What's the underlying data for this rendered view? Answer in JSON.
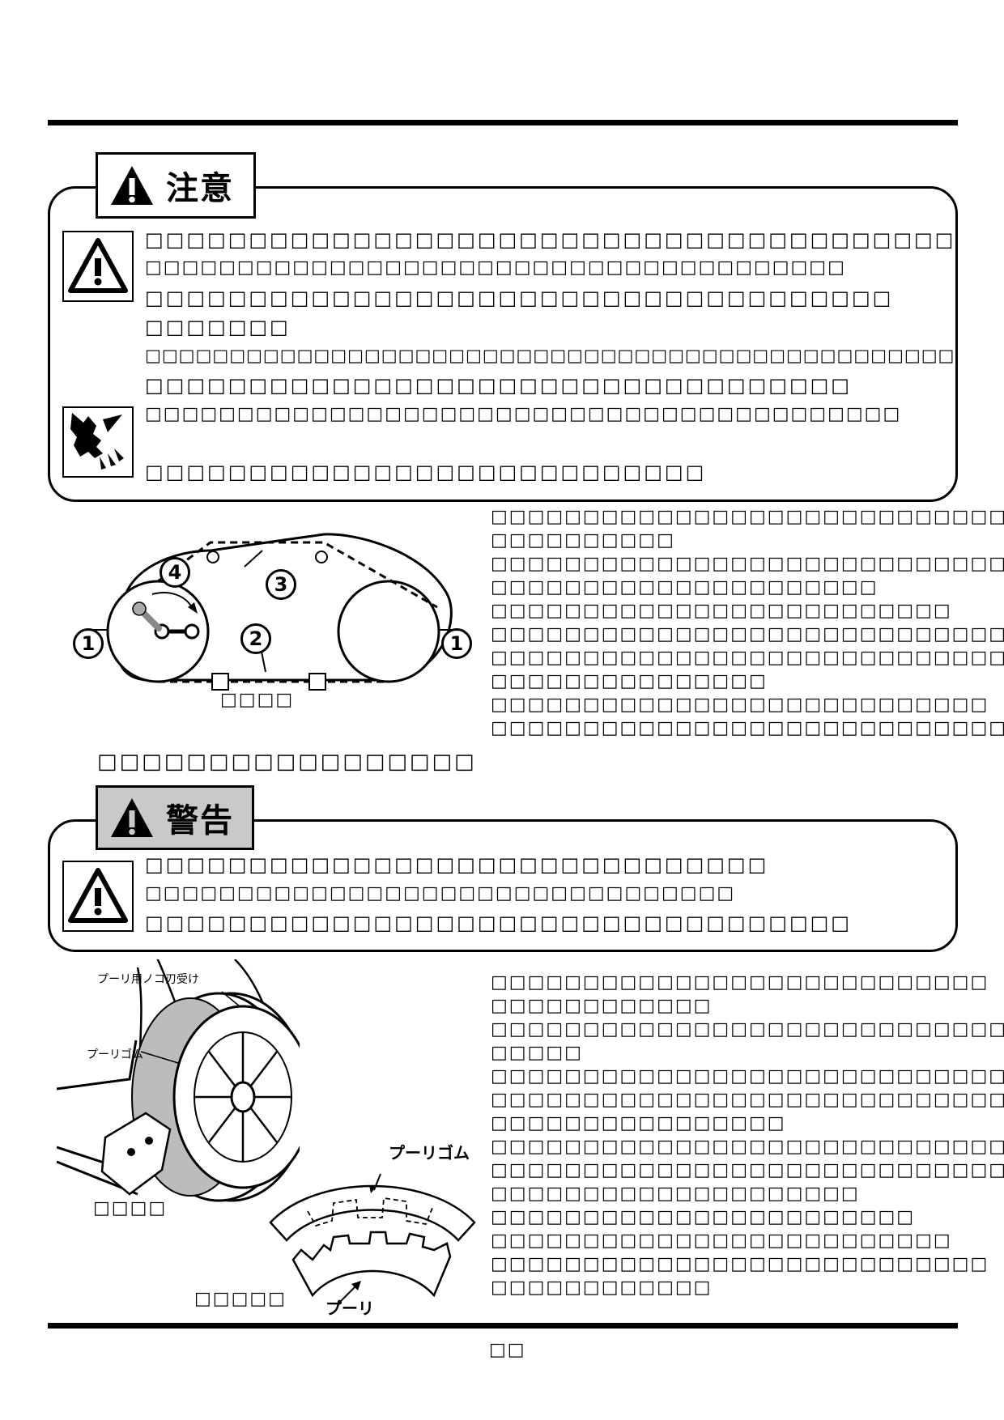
{
  "caution": {
    "title": "注意",
    "lines": [
      "□□□□□□□□□□□□□□□□□□□□□□□□□□□□□□□□□□□□□□□",
      "□□□□□□□□□□□□□□□□□□□□□□□□□□□□□□□□□□□□□□",
      "□□□□□□□□□□□□□□□□□□□□□□□□□□□□□□□□□□□□",
      "□□□□□□□",
      "□□□□□□□□□□□□□□□□□□□□□□□□□□□□□□□□□□□□□□□□□□□□□□□□",
      "□□□□□□□□□□□□□□□□□□□□□□□□□□□□□□□□□□",
      "□□□□□□□□□□□□□□□□□□□□□□□□□□□□□□□□□□□□□□□□□",
      "□□□□□□□□□□□□□□□□□□□□□□□□□□□"
    ]
  },
  "figure1": {
    "caption": "□□□□",
    "numbers": [
      "1",
      "2",
      "3",
      "4",
      "1"
    ],
    "title": "□□□□□□□□□□□□□□□□□",
    "text_lines": [
      "□□□□□□□□□□□□□□□□□□□□□□□□□□□□",
      "□□□□□□□□□□",
      "□□□□□□□□□□□□□□□□□□□□□□□□□□□□",
      "□□□□□□□□□□□□□□□□□□□□□",
      "□□□□□□□□□□□□□□□□□□□□□□□□□",
      "□□□□□□□□□□□□□□□□□□□□□□□□□□□□",
      "□□□□□□□□□□□□□□□□□□□□□□□□□□□□□",
      "□□□□□□□□□□□□□□□",
      "□□□□□□□□□□□□□□□□□□□□□□□□□□□",
      "□□□□□□□□□□□□□□□□□□□□□□□□□□□□"
    ]
  },
  "warning": {
    "title": "警告",
    "lines": [
      "□□□□□□□□□□□□□□□□□□□□□□□□□□□□□□",
      "□□□□□□□□□□□□□□□□□□□□□□□□□□□□□□□□",
      "□□□□□□□□□□□□□□□□□□□□□□□□□□□□□□□□□□"
    ]
  },
  "figure2": {
    "label_saw_receiver": "プーリ用ノコ刃受け",
    "label_pulley_rubber_small": "プーリゴム",
    "label_pulley_rubber": "プーリゴム",
    "label_pulley": "プーリ",
    "caption_left": "□□□□",
    "caption_bottom": "□□□□□",
    "text_lines": [
      "□□□□□□□□□□□□□□□□□□□□□□□□□□□",
      "□□□□□□□□□□□□",
      "□□□□□□□□□□□□□□□□□□□□□□□□□□□□",
      "□□□□□",
      "□□□□□□□□□□□□□□□□□□□□□□□□□□□□",
      "□□□□□□□□□□□□□□□□□□□□□□□□□□□□□",
      "□□□□□□□□□□□□□□□□",
      "□□□□□□□□□□□□□□□□□□□□□□□□□□□□□",
      "□□□□□□□□□□□□□□□□□□□□□□□□□□□□□",
      "□□□□□□□□□□□□□□□□□□□□",
      "□□□□□□□□□□□□□□□□□□□□□□□",
      "□□□□□□□□□□□□□□□□□□□□□□□□□",
      "□□□□□□□□□□□□□□□□□□□□□□□□□□□",
      "□□□□□□□□□□□□"
    ]
  },
  "footer": {
    "page_number": "□□"
  }
}
